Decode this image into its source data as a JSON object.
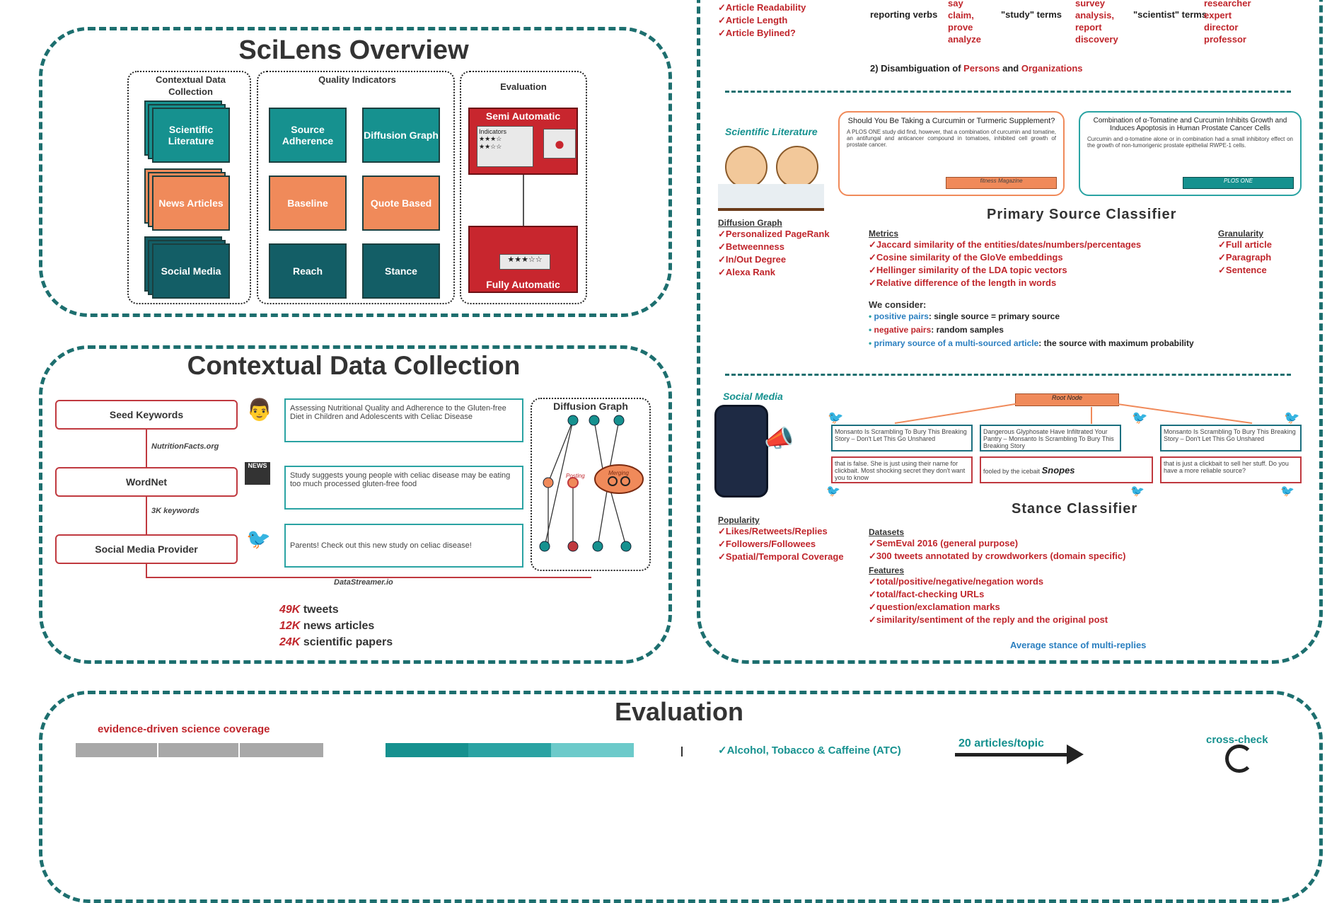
{
  "colors": {
    "teal": "#16918f",
    "dark_teal": "#135e66",
    "orange": "#f08a5a",
    "red": "#c0262c",
    "panel_border": "#1d6f6f"
  },
  "overview": {
    "title": "SciLens Overview",
    "contextual_head": "Contextual Data Collection",
    "quality_head": "Quality Indicators",
    "evaluation_head": "Evaluation",
    "cards": {
      "scientific_literature": "Scientific Literature",
      "news_articles": "News Articles",
      "social_media": "Social Media",
      "source_adherence": "Source Adherence",
      "diffusion_graph": "Diffusion Graph",
      "baseline": "Baseline",
      "quote_based": "Quote Based",
      "reach": "Reach",
      "stance": "Stance"
    },
    "semi_automatic": "Semi Automatic",
    "indicators": "Indicators",
    "fully_automatic": "Fully Automatic"
  },
  "collection": {
    "title": "Contextual Data Collection",
    "seed_keywords": "Seed Keywords",
    "nutritionfacts": "NutritionFacts.org",
    "wordnet": "WordNet",
    "keywords_3k": "3K keywords",
    "social_provider": "Social Media Provider",
    "datastreamer": "DataStreamer.io",
    "paper_text": "Assessing Nutritional Quality and Adherence to the Gluten-free Diet in Children and Adolescents with Celiac Disease",
    "news_text": "Study suggests young people with celiac disease may be eating too much processed gluten-free food",
    "tweet_text": "Parents! Check out this new study on celiac disease!",
    "news_icon_label": "NEWS",
    "diffusion_graph": "Diffusion Graph",
    "posting": "Posting",
    "merging": "Merging",
    "stats": [
      {
        "num": "49K",
        "label": "tweets"
      },
      {
        "num": "12K",
        "label": "news articles"
      },
      {
        "num": "24K",
        "label": "scientific papers"
      }
    ]
  },
  "right_top": {
    "checks": [
      "Article Readability",
      "Article Length",
      "Article Bylined?"
    ],
    "reporting_verbs": "reporting verbs",
    "verbs": [
      "say",
      "claim,",
      "prove",
      "analyze"
    ],
    "study_terms": "\"study\" terms",
    "study_list": [
      "survey",
      "analysis,",
      "report",
      "discovery"
    ],
    "scientist_terms": "\"scientist\" terms",
    "scientist_list": [
      "researcher",
      "expert",
      "director",
      "professor"
    ],
    "disambiguation_prefix": "2) Disambiguation of ",
    "persons": "Persons",
    "and": " and ",
    "organizations": "Organizations"
  },
  "primary": {
    "sci_lit_label": "Scientific Literature",
    "card1_title": "Should You Be Taking a Curcumin or Turmeric Supplement?",
    "card1_body": "A PLOS ONE study did find, however, that a combination of curcumin and tomatine, an antifungal and anticancer compound in tomatoes, inhibited cell growth of prostate cancer.",
    "card1_source": "fitness Magazine",
    "card2_title": "Combination of α-Tomatine and Curcumin Inhibits Growth and Induces Apoptosis in Human Prostate Cancer Cells",
    "card2_body": "Curcumin and α-tomatine alone or in combination had a small inhibitory effect on the growth of non-tumorigenic prostate epithelial RWPE-1 cells.",
    "card2_source": "PLOS ONE",
    "classifier_title": "Primary Source Classifier",
    "diffusion_head": "Diffusion Graph",
    "diffusion_items": [
      "Personalized PageRank",
      "Betweenness",
      "In/Out Degree",
      "Alexa Rank"
    ],
    "metrics_head": "Metrics",
    "metrics": [
      "Jaccard similarity of the entities/dates/numbers/percentages",
      "Cosine similarity of the GloVe embeddings",
      "Hellinger similarity of the LDA topic vectors",
      "Relative difference of the length in words"
    ],
    "granularity_head": "Granularity",
    "granularity": [
      "Full article",
      "Paragraph",
      "Sentence"
    ],
    "consider_head": "We consider:",
    "consider": [
      {
        "key": "positive pairs",
        "val": ": single source = primary source"
      },
      {
        "key": "negative pairs",
        "val": ": random samples"
      },
      {
        "key": "primary source of a multi-sourced article",
        "val": ": the source with maximum probability"
      }
    ]
  },
  "stance": {
    "social_label": "Social Media",
    "root_label": "Root Node",
    "tweets": [
      "Monsanto Is Scrambling To Bury This Breaking Story – Don't Let This Go Unshared",
      "Dangerous Glyphosate Have Infiltrated Your Pantry – Monsanto Is Scrambling To Bury This Breaking Story",
      "Monsanto Is Scrambling To Bury This Breaking Story – Don't Let This Go Unshared"
    ],
    "replies": [
      "that is false. She is just using their name for clickbait. Most shocking secret they don't want you to know",
      "fooled by the icebait",
      "that is just a clickbait to sell her stuff. Do you have a more reliable source?"
    ],
    "snopes": "Snopes",
    "classifier_title": "Stance Classifier",
    "popularity_head": "Popularity",
    "popularity": [
      "Likes/Retweets/Replies",
      "Followers/Followees",
      "Spatial/Temporal Coverage"
    ],
    "datasets_head": "Datasets",
    "datasets": [
      "SemEval 2016 (general purpose)",
      "300 tweets annotated by crowdworkers (domain specific)"
    ],
    "features_head": "Features",
    "features": [
      "total/positive/negative/negation words",
      "total/fact-checking URLs",
      "question/exclamation marks",
      "similarity/sentiment of the reply and the original post"
    ],
    "average": "Average stance of multi-replies"
  },
  "evaluation": {
    "title": "Evaluation",
    "coverage": "evidence-driven science coverage",
    "atc": "Alcohol, Tobacco & Caffeine (ATC)",
    "articles_per_topic": "20 articles/topic",
    "cross_check": "cross-check"
  }
}
